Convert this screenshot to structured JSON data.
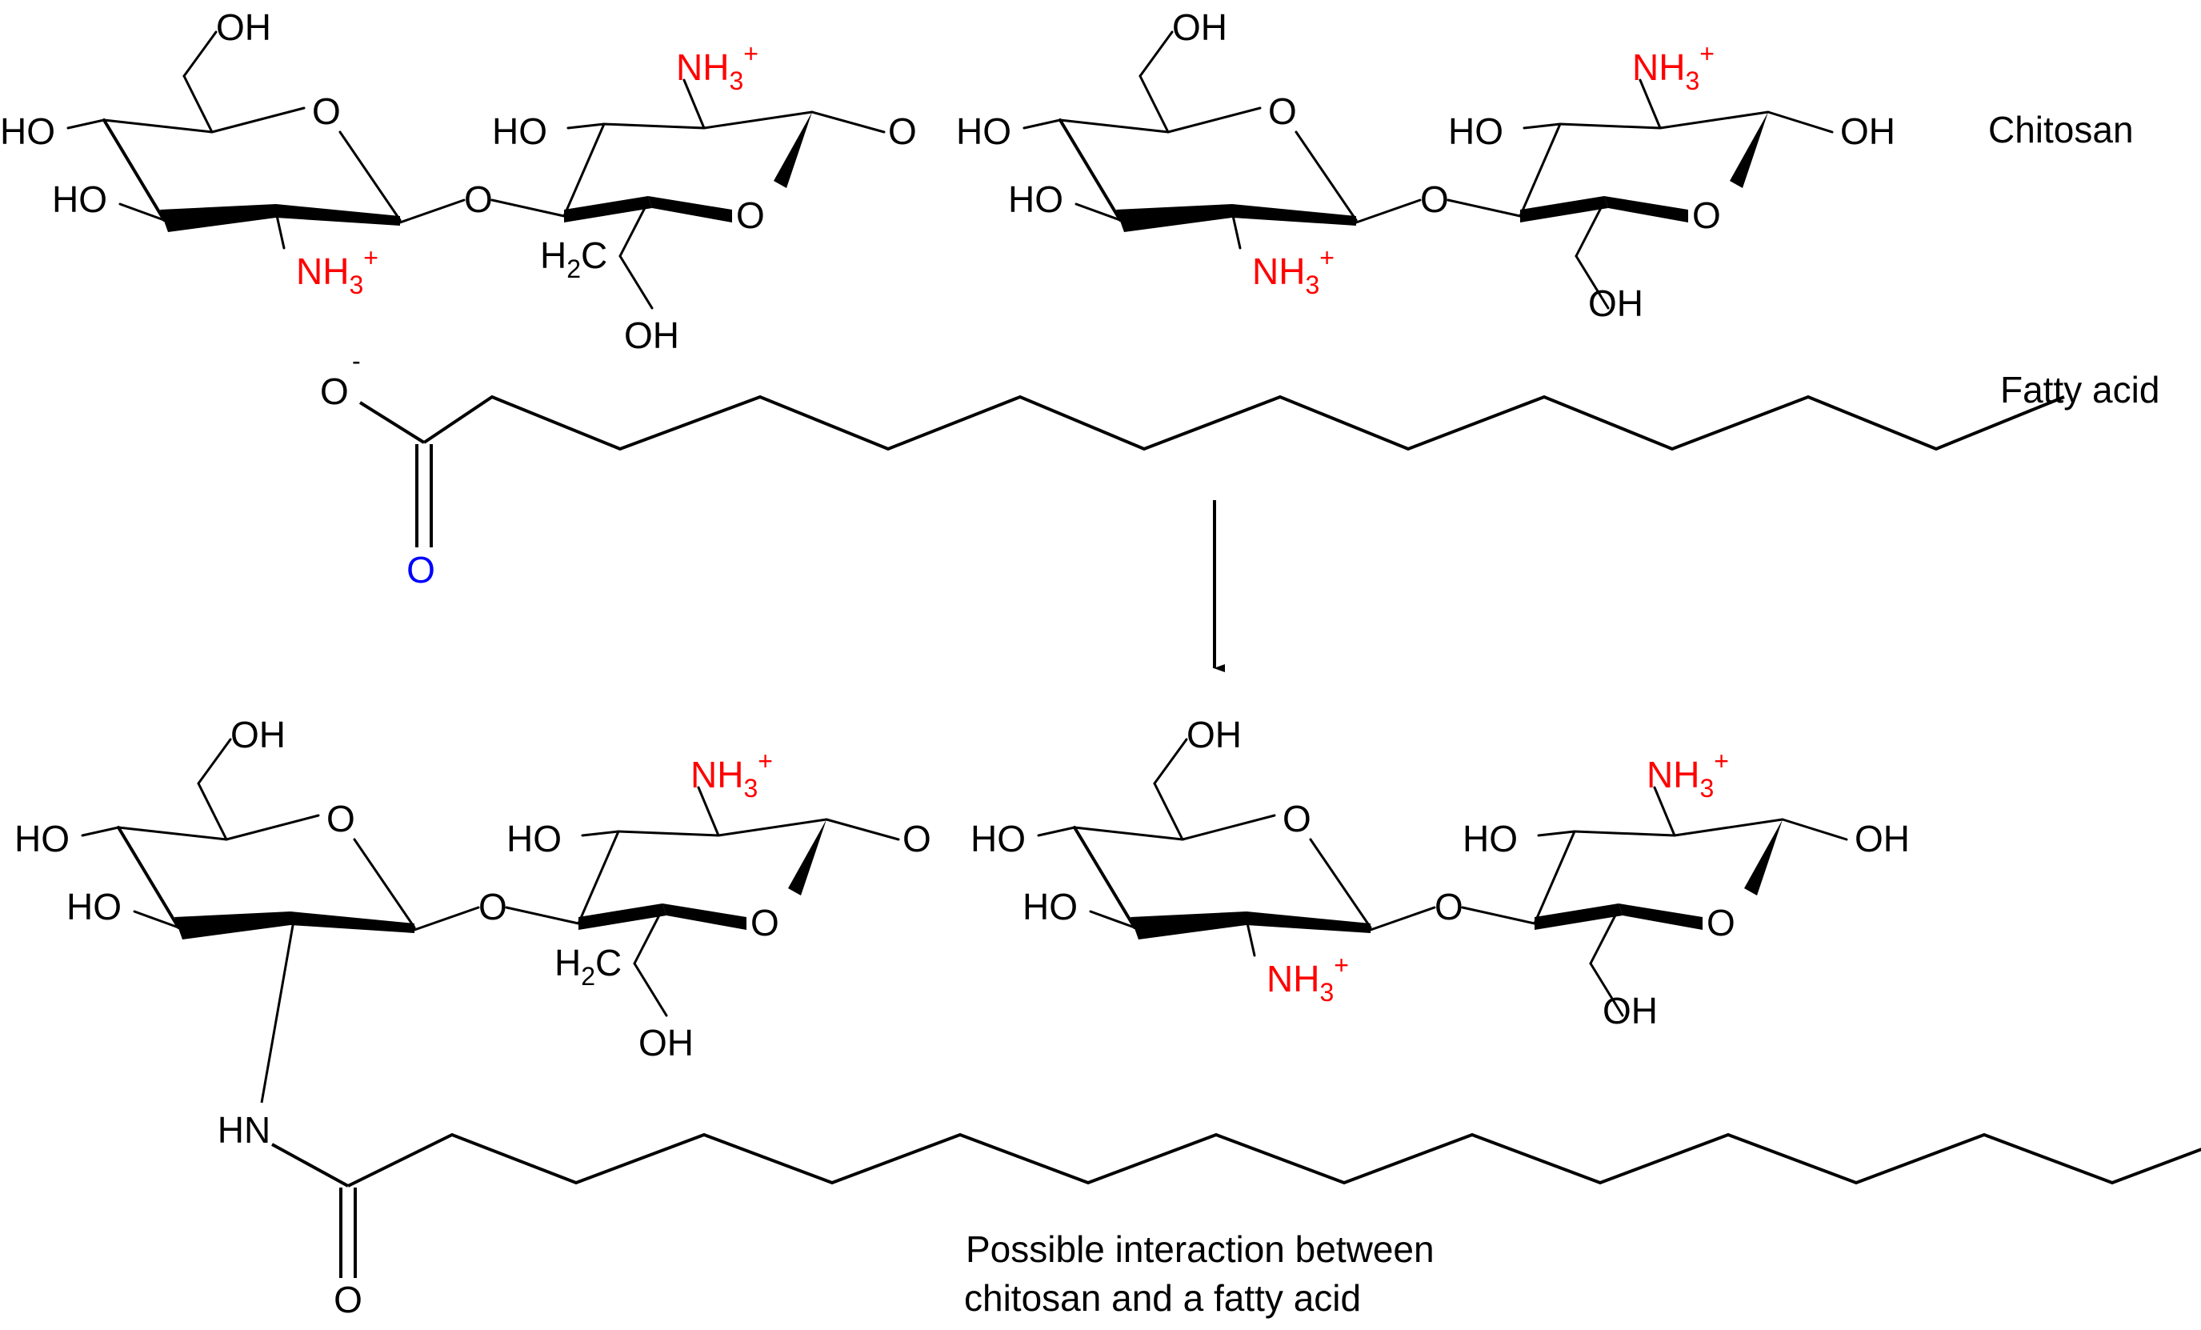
{
  "labels": {
    "chitosan": "Chitosan",
    "fatty_acid": "Fatty acid",
    "caption_line1": "Possible interaction between",
    "caption_line2": "chitosan and a fatty acid"
  },
  "atoms": {
    "oh": "OH",
    "ho": "HO",
    "o": "O",
    "nh": "NH",
    "h": "H",
    "c": "C",
    "hn": "HN",
    "sub3": "3",
    "sub2": "2",
    "plus": "+",
    "minus": "-"
  },
  "colors": {
    "amine": "#ff0000",
    "carbonyl_oxygen": "#0000ff",
    "bond": "#000000"
  }
}
